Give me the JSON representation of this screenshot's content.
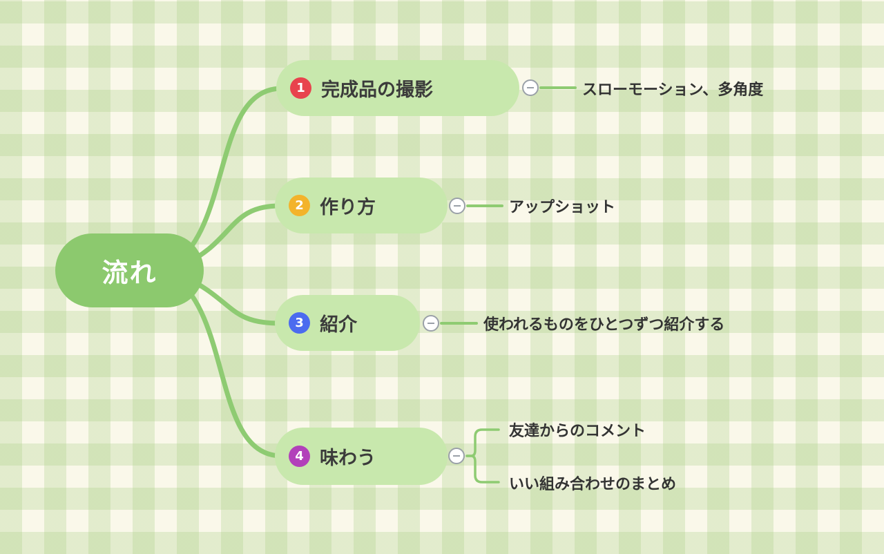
{
  "root": {
    "label": "流れ"
  },
  "branches": [
    {
      "number": "1",
      "label": "完成品の撮影",
      "badge_color": "#e8434d",
      "children": [
        "スローモーション、多角度"
      ]
    },
    {
      "number": "2",
      "label": "作り方",
      "badge_color": "#f3b32b",
      "children": [
        "アップショット"
      ]
    },
    {
      "number": "3",
      "label": "紹介",
      "badge_color": "#4b6bef",
      "children": [
        "使われるものをひとつずつ紹介する"
      ]
    },
    {
      "number": "4",
      "label": "味わう",
      "badge_color": "#b240ba",
      "children": [
        "友達からのコメント",
        "いい組み合わせのまとめ"
      ]
    }
  ],
  "colors": {
    "root_node": "#8cc96e",
    "branch_node": "#c8e8ad",
    "connector": "#8ecb72",
    "background": "#faf8ea",
    "plaid_stripe": "#ddeacd",
    "text_dark": "#333333",
    "root_text": "#ffffff"
  }
}
